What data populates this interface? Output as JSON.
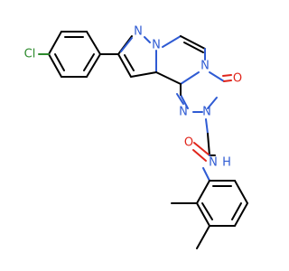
{
  "colors": {
    "carbon_bond": "#000000",
    "nitrogen": "#2f5bd3",
    "oxygen": "#e0251b",
    "chlorine": "#2c8a2c",
    "background": "#ffffff"
  },
  "atom_labels": {
    "cl": "Cl",
    "n_pyrazole_top": "N",
    "n_pyrazole_bridge": "N",
    "n_triazole_bridge": "N",
    "n_triazole_left": "N",
    "n_triazole_right": "N",
    "o_ketone": "O",
    "o_amide": "O",
    "n_amide": "N",
    "h_amide": "H"
  }
}
